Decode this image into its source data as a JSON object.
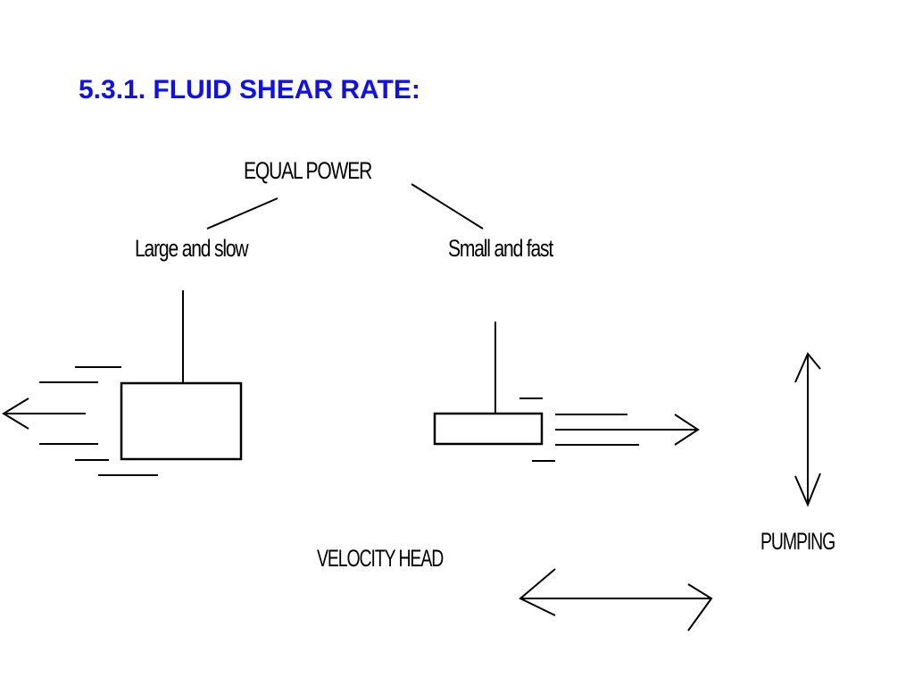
{
  "slide": {
    "title": "5.3.1.  FLUID SHEAR RATE:"
  },
  "diagram": {
    "top_label": "EQUAL POWER",
    "left_branch_label": "Large and slow",
    "right_branch_label": "Small and fast",
    "velocity_label": "VELOCITY HEAD",
    "pumping_label": "PUMPING"
  },
  "colors": {
    "title": "#1010ee",
    "ink": "#000000",
    "background": "#ffffff"
  }
}
